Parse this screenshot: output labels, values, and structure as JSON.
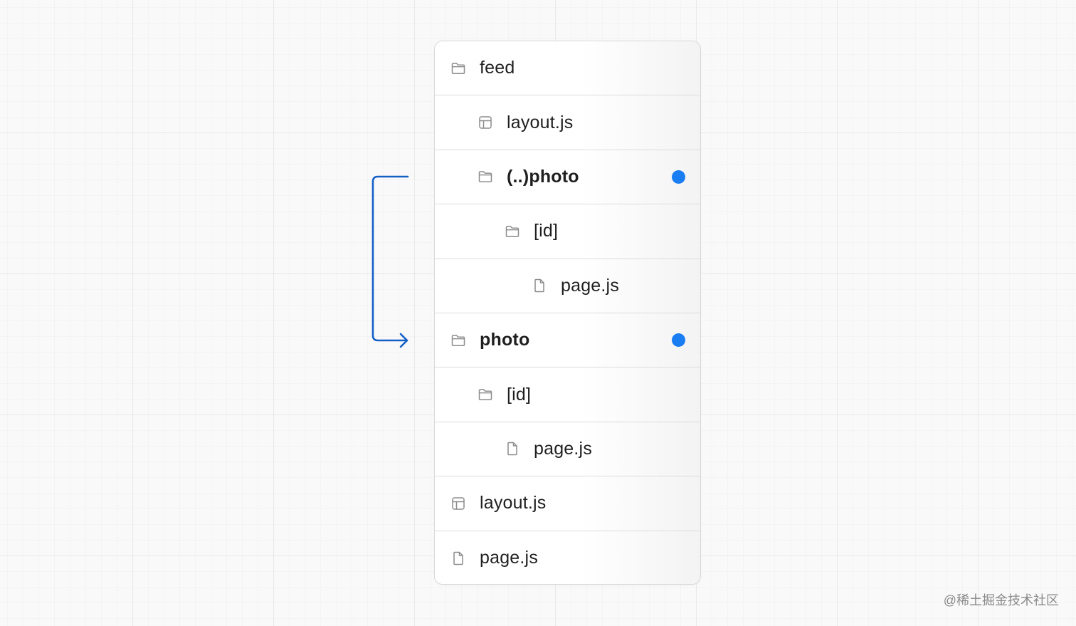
{
  "tree": {
    "rows": [
      {
        "label": "feed",
        "icon": "folder-icon",
        "bold": false,
        "depth": 0,
        "marked": false
      },
      {
        "label": "layout.js",
        "icon": "layout-icon",
        "bold": false,
        "depth": 1,
        "marked": false
      },
      {
        "label": "(..)photo",
        "icon": "folder-icon",
        "bold": true,
        "depth": 1,
        "marked": true
      },
      {
        "label": "[id]",
        "icon": "folder-icon",
        "bold": false,
        "depth": 2,
        "marked": false
      },
      {
        "label": "page.js",
        "icon": "file-icon",
        "bold": false,
        "depth": 3,
        "marked": false
      },
      {
        "label": "photo",
        "icon": "folder-icon",
        "bold": true,
        "depth": 0,
        "marked": true
      },
      {
        "label": "[id]",
        "icon": "folder-icon",
        "bold": false,
        "depth": 1,
        "marked": false
      },
      {
        "label": "page.js",
        "icon": "file-icon",
        "bold": false,
        "depth": 2,
        "marked": false
      },
      {
        "label": "layout.js",
        "icon": "layout-icon",
        "bold": false,
        "depth": 0,
        "marked": false
      },
      {
        "label": "page.js",
        "icon": "file-icon",
        "bold": false,
        "depth": 0,
        "marked": false
      }
    ]
  },
  "connector": {
    "from_label": "(..)photo",
    "to_label": "photo",
    "color": "#1560c7"
  },
  "colors": {
    "marker": "#1a7ef2",
    "icon": "#8c8c8c",
    "text": "#1f1f1f"
  },
  "watermark": "@稀土掘金技术社区"
}
